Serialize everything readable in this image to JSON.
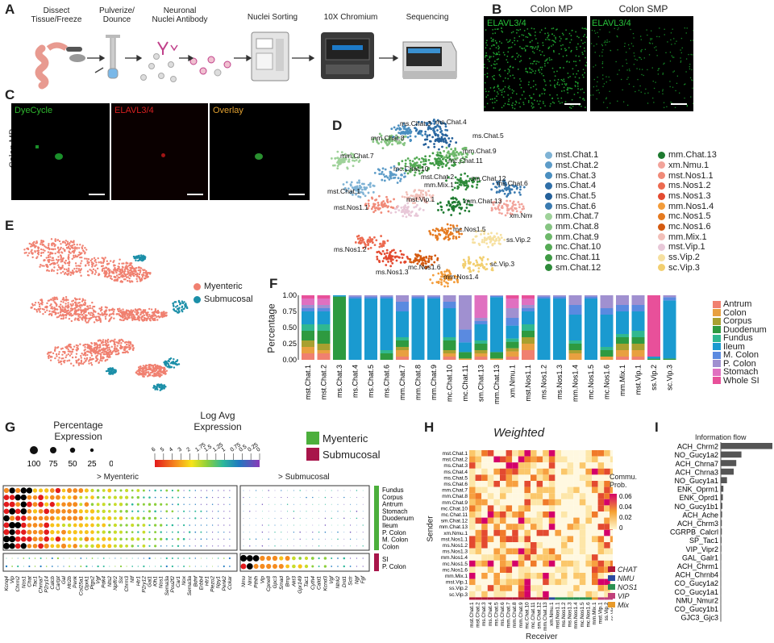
{
  "panels": {
    "A": {
      "label": "A",
      "steps": [
        "Dissect\nTissue/Freeze",
        "Pulverize/\nDounce",
        "Neuronal\nNuclei Antibody",
        "Nuclei Sorting",
        "10X Chromium",
        "Sequencing"
      ]
    },
    "B": {
      "label": "B",
      "titles": [
        "Colon MP",
        "Colon SMP"
      ],
      "stain": "ELAVL3/4"
    },
    "C": {
      "label": "C",
      "channels": [
        "DyeCycle",
        "ELAVL3/4",
        "Overlay"
      ],
      "side_label": "Colon MP",
      "colors": [
        "#2eb82e",
        "#d62020",
        "#e0a030"
      ]
    },
    "D": {
      "label": "D"
    },
    "E": {
      "label": "E",
      "legend": [
        {
          "name": "Myenteric",
          "color": "#f08070"
        },
        {
          "name": "Submucosal",
          "color": "#1b8fa8"
        }
      ]
    },
    "F": {
      "label": "F"
    },
    "G": {
      "label": "G",
      "size_title": "Percentage\nExpression",
      "size_ticks": [
        "100",
        "75",
        "50",
        "25",
        "0"
      ],
      "color_title": "Log Avg\nExpression",
      "color_ticks": [
        "6",
        "5",
        "4",
        "3",
        "2",
        "1.75",
        "1.5",
        "1.25",
        "1",
        "0.75",
        "0.5",
        "0.25",
        "0"
      ],
      "groups": [
        {
          "name": "Myenteric",
          "color": "#4caf3c"
        },
        {
          "name": "Submucosal",
          "color": "#a8154a"
        }
      ],
      "myenteric_header": "> Myenteric",
      "submucosal_header": "> Submucosal",
      "myenteric_rows": [
        "Fundus",
        "Corpus",
        "Antrum",
        "Stomach",
        "Duodenum",
        "Ileum",
        "P. Colon",
        "M. Colon",
        "Colon"
      ],
      "submucosal_rows": [
        "SI",
        "P. Colon"
      ],
      "genes_left": [
        "Kcnq4",
        "Vip",
        "Chrm2",
        "Nos1",
        "Chat",
        "Tac1",
        "Chrna7",
        "P2ry14",
        "Calcb",
        "Cartpt",
        "Gal",
        "Htr2b",
        "Penk",
        "Col25a1",
        "Oprk1",
        "Ptgs2",
        "Vgf",
        "Pdk4",
        "Nts2",
        "Npffr2",
        "Sst",
        "Chrm3",
        "Ntf",
        "Htr1",
        "P2ry12",
        "Gal1",
        "Klh1",
        "Nos1",
        "Sema3a",
        "Pou2f2",
        "Car1",
        "Nox",
        "Sema3a",
        "Bdnf",
        "Erbb4",
        "Htr1",
        "Piezo2",
        "Npy1",
        "Penk2",
        "Cckar"
      ],
      "genes_right": [
        "Nmu",
        "Nmt",
        "Pthlh",
        "Vip",
        "Cpne8",
        "Gpc3",
        "Smad",
        "Bmp",
        "Akt3",
        "Gpr149",
        "Tac1",
        "Cyth4",
        "Cald1",
        "Kcnd3",
        "Vgf",
        "Ntrk2",
        "Drd1",
        "Sctr",
        "Ngf",
        "Fgf"
      ]
    },
    "H": {
      "label": "H",
      "title": "Weighted",
      "ylabel": "Sender",
      "xlabel": "Receiver",
      "legend_title": "Commu.\nProb.",
      "legend_ticks": [
        "0.06",
        "0.04",
        "0.02",
        "0"
      ],
      "category_legend": [
        {
          "name": "CHAT",
          "color": "#b0183a"
        },
        {
          "name": "NMU",
          "color": "#2b4aa0"
        },
        {
          "name": "NOS1",
          "color": "#2a9050"
        },
        {
          "name": "VIP",
          "color": "#c0407a"
        },
        {
          "name": "Mix",
          "color": "#e89a2a"
        }
      ]
    },
    "I": {
      "label": "I",
      "title": "Information flow"
    }
  },
  "chart_data": [
    {
      "type": "scatter",
      "name": "D UMAP clusters",
      "clusters": [
        {
          "label": "mst.Chat.1",
          "color": "#7fb3d5"
        },
        {
          "label": "mst.Chat.2",
          "color": "#5d9cc8"
        },
        {
          "label": "ms.Chat.3",
          "color": "#4a8fc0"
        },
        {
          "label": "ms.Chat.4",
          "color": "#2f6fa8"
        },
        {
          "label": "ms.Chat.5",
          "color": "#24609a"
        },
        {
          "label": "ms.Chat.6",
          "color": "#3a7ab0"
        },
        {
          "label": "mm.Chat.7",
          "color": "#9fd29a"
        },
        {
          "label": "mm.Chat.8",
          "color": "#86c482"
        },
        {
          "label": "mm.Chat.9",
          "color": "#6db86a"
        },
        {
          "label": "mc.Chat.10",
          "color": "#55aa55"
        },
        {
          "label": "mc.Chat.11",
          "color": "#3f9a45"
        },
        {
          "label": "sm.Chat.12",
          "color": "#2e8a3a"
        },
        {
          "label": "mm.Chat.13",
          "color": "#1e7a30"
        },
        {
          "label": "xm.Nmu.1",
          "color": "#f2a39a"
        },
        {
          "label": "mst.Nos1.1",
          "color": "#f08a78"
        },
        {
          "label": "ms.Nos1.2",
          "color": "#ec6a50"
        },
        {
          "label": "ms.Nos1.3",
          "color": "#e34a30"
        },
        {
          "label": "mm.Nos1.4",
          "color": "#f39c3a"
        },
        {
          "label": "mc.Nos1.5",
          "color": "#e57a20"
        },
        {
          "label": "mc.Nos1.6",
          "color": "#d45a10"
        },
        {
          "label": "mm.Mix.1",
          "color": "#f2bfb8"
        },
        {
          "label": "mst.Vip.1",
          "color": "#e8c8d8"
        },
        {
          "label": "ss.Vip.2",
          "color": "#f6e0a0"
        },
        {
          "label": "sc.Vip.3",
          "color": "#f2cf70"
        }
      ]
    },
    {
      "type": "bar",
      "name": "F stacked percentage",
      "ylabel": "Percentage",
      "ylim": [
        0,
        1
      ],
      "yticks": [
        "0.00",
        "0.25",
        "0.50",
        "0.75",
        "1.00"
      ],
      "categories": [
        "mst.Chat.1",
        "mst.Chat.2",
        "ms.Chat.3",
        "ms.Chat.4",
        "ms.Chat.5",
        "ms.Chat.6",
        "mm.Chat.7",
        "mm.Chat.8",
        "mm.Chat.9",
        "mc.Chat.10",
        "mc.Chat.11",
        "sm.Chat.13",
        "mm.Chat.13",
        "xm.Nmu.1",
        "mst.Nos1.1",
        "ms.Nos1.2",
        "ms.Nos1.3",
        "mm.Nos1.4",
        "mc.Nos1.5",
        "mc.Nos1.6",
        "mm.Mix.1",
        "mst.Vip.1",
        "ss.Vip.2",
        "sc.Vip.3"
      ],
      "series": [
        {
          "name": "Antrum",
          "color": "#f08070",
          "values": [
            0.1,
            0.1,
            0,
            0,
            0,
            0,
            0.05,
            0,
            0,
            0.05,
            0,
            0.05,
            0,
            0.05,
            0.15,
            0,
            0,
            0,
            0,
            0,
            0.05,
            0.05,
            0,
            0
          ]
        },
        {
          "name": "Colon",
          "color": "#e8a040",
          "values": [
            0.1,
            0.05,
            0,
            0,
            0,
            0,
            0.1,
            0,
            0,
            0.05,
            0.02,
            0.05,
            0.02,
            0.08,
            0.1,
            0,
            0,
            0.1,
            0,
            0.05,
            0.1,
            0.1,
            0,
            0
          ]
        },
        {
          "name": "Corpus",
          "color": "#a8a030",
          "values": [
            0.1,
            0.1,
            0,
            0,
            0,
            0,
            0.05,
            0,
            0,
            0.05,
            0,
            0.05,
            0,
            0.05,
            0.1,
            0,
            0,
            0.05,
            0,
            0,
            0.1,
            0.1,
            0,
            0
          ]
        },
        {
          "name": "Duodenum",
          "color": "#2e9a40",
          "values": [
            0.15,
            0.2,
            0.98,
            0,
            0,
            0.1,
            0.1,
            0,
            0,
            0.15,
            0.1,
            0.1,
            0.1,
            0.1,
            0.1,
            0,
            0,
            0.1,
            0,
            0.1,
            0.1,
            0.1,
            0.02,
            0.02
          ]
        },
        {
          "name": "Fundus",
          "color": "#30b890",
          "values": [
            0.1,
            0.1,
            0,
            0,
            0,
            0.05,
            0.05,
            0,
            0,
            0.05,
            0,
            0.05,
            0,
            0.05,
            0.1,
            0,
            0,
            0.05,
            0,
            0.05,
            0.05,
            0.1,
            0,
            0
          ]
        },
        {
          "name": "Ileum",
          "color": "#1a9ad0",
          "values": [
            0.2,
            0.2,
            0.02,
            0.95,
            0.95,
            0.8,
            0.4,
            0.95,
            0.95,
            0.45,
            0.15,
            0.25,
            0.85,
            0.2,
            0.2,
            0.95,
            0.95,
            0.4,
            0.95,
            0.5,
            0.35,
            0.3,
            0.03,
            0.9
          ]
        },
        {
          "name": "M. Colon",
          "color": "#5a8ae0",
          "values": [
            0.05,
            0.05,
            0,
            0.03,
            0.03,
            0.03,
            0.15,
            0.03,
            0.03,
            0.1,
            0.2,
            0.05,
            0.02,
            0.12,
            0.05,
            0.03,
            0.03,
            0.15,
            0.03,
            0.1,
            0.1,
            0.1,
            0,
            0.05
          ]
        },
        {
          "name": "P. Colon",
          "color": "#a090d0",
          "values": [
            0.05,
            0.05,
            0,
            0.02,
            0.02,
            0.02,
            0.1,
            0.02,
            0.02,
            0.1,
            0.53,
            0.05,
            0.01,
            0.15,
            0.05,
            0.02,
            0.02,
            0.15,
            0.02,
            0.2,
            0.15,
            0.15,
            0,
            0.03
          ]
        },
        {
          "name": "Stomach",
          "color": "#e070c0",
          "values": [
            0.1,
            0.1,
            0,
            0,
            0,
            0,
            0,
            0,
            0,
            0,
            0,
            0.35,
            0,
            0.15,
            0.1,
            0,
            0,
            0,
            0,
            0,
            0,
            0,
            0,
            0
          ]
        },
        {
          "name": "Whole SI",
          "color": "#e8509a",
          "values": [
            0.05,
            0.05,
            0,
            0,
            0,
            0,
            0,
            0,
            0,
            0,
            0,
            0,
            0,
            0.05,
            0.05,
            0,
            0,
            0,
            0,
            0,
            0,
            0,
            0.95,
            0
          ]
        }
      ]
    },
    {
      "type": "bar",
      "name": "I information flow",
      "title": "Information flow",
      "categories": [
        "ACH_Chrm2",
        "NO_Gucy1a2",
        "ACH_Chrna7",
        "ACH_Chrna3",
        "NO_Gucy1a1",
        "ENK_Oprm1",
        "ENK_Oprd1",
        "NO_Gucy1b1",
        "ACH_Ache",
        "ACH_Chrm3",
        "CGRPB_Calcrl",
        "SP_Tac1",
        "VIP_Vipr2",
        "GAL_Galr1",
        "ACH_Chrm1",
        "ACH_Chrnb4",
        "CO_Gucy1a2",
        "CO_Gucy1a1",
        "NMU_Nmur2",
        "CO_Gucy1b1",
        "GJC3_Gjc3"
      ],
      "values": [
        1.0,
        0.4,
        0.3,
        0.25,
        0.12,
        0.05,
        0.04,
        0.03,
        0.025,
        0.02,
        0.02,
        0.015,
        0.012,
        0.01,
        0.008,
        0.007,
        0.006,
        0.005,
        0.004,
        0.003,
        0.002
      ]
    }
  ]
}
